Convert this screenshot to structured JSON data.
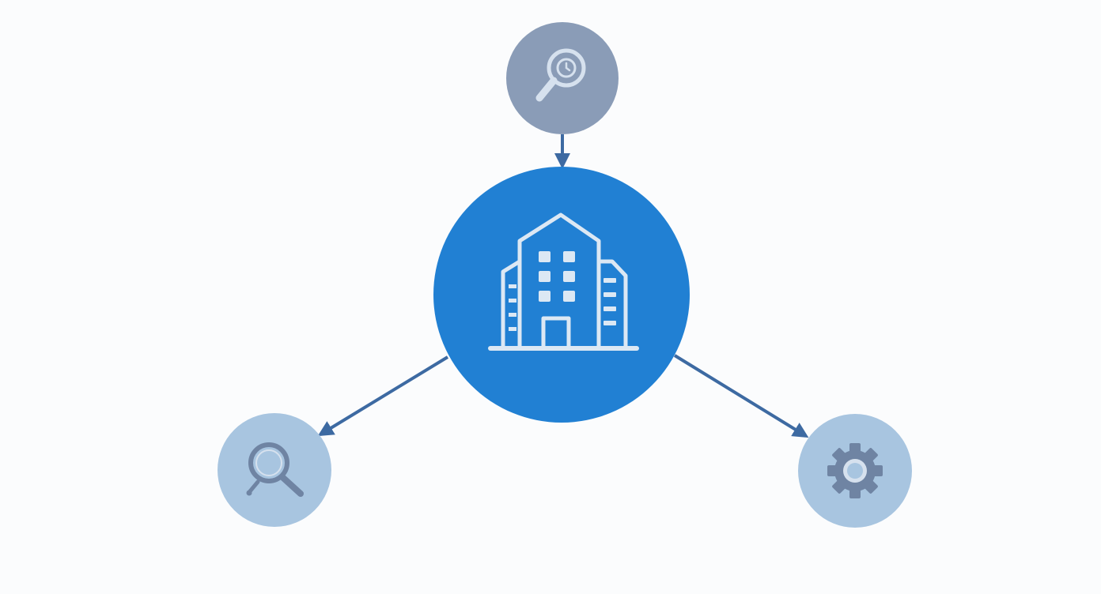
{
  "diagram": {
    "nodes": [
      {
        "id": "top",
        "icon": "magnifier-clock-icon",
        "fill": "#8a9cb7",
        "role": "input"
      },
      {
        "id": "center",
        "icon": "building-icon",
        "fill": "#2180d3",
        "role": "hub"
      },
      {
        "id": "left",
        "icon": "magnifying-glass-icon",
        "fill": "#a8c5e0",
        "role": "output"
      },
      {
        "id": "right",
        "icon": "gear-icon",
        "fill": "#a8c5e0",
        "role": "output"
      }
    ],
    "edges": [
      {
        "from": "top",
        "to": "center"
      },
      {
        "from": "center",
        "to": "left"
      },
      {
        "from": "center",
        "to": "right"
      }
    ],
    "colors": {
      "background": "#fbfcfd",
      "arrow": "#3d6aa2",
      "hub": "#2180d3",
      "hub_icon": "#dce8f4",
      "top_node": "#8a9cb7",
      "top_icon": "#d6e1ee",
      "side_nodes": "#a8c5e0",
      "side_icon": "#6f84a3"
    }
  }
}
